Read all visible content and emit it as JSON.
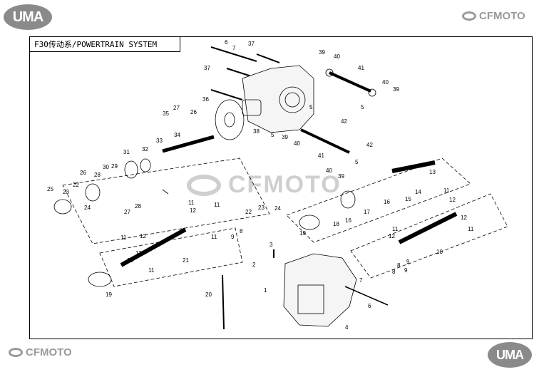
{
  "brand": {
    "uma_top": "UMA",
    "uma_bottom": "UMA",
    "cfmoto_top": "CFMOTO",
    "cfmoto_bottom": "CFMOTO",
    "watermark": "CFMOTO"
  },
  "title": "F30传动系/POWERTRAIN SYSTEM",
  "callouts": [
    {
      "id": "c1",
      "label": "6"
    },
    {
      "id": "c2",
      "label": "7"
    },
    {
      "id": "c3",
      "label": "37"
    },
    {
      "id": "c4",
      "label": "37"
    },
    {
      "id": "c5",
      "label": "39"
    },
    {
      "id": "c6",
      "label": "40"
    },
    {
      "id": "c7",
      "label": "41"
    },
    {
      "id": "c8",
      "label": "40"
    },
    {
      "id": "c9",
      "label": "39"
    },
    {
      "id": "c10",
      "label": "5"
    },
    {
      "id": "c11",
      "label": "5"
    },
    {
      "id": "c12",
      "label": "42"
    },
    {
      "id": "c13",
      "label": "27"
    },
    {
      "id": "c14",
      "label": "35"
    },
    {
      "id": "c15",
      "label": "26"
    },
    {
      "id": "c16",
      "label": "36"
    },
    {
      "id": "c17",
      "label": "34"
    },
    {
      "id": "c18",
      "label": "38"
    },
    {
      "id": "c19",
      "label": "5"
    },
    {
      "id": "c20",
      "label": "39"
    },
    {
      "id": "c21",
      "label": "40"
    },
    {
      "id": "c22",
      "label": "33"
    },
    {
      "id": "c23",
      "label": "31"
    },
    {
      "id": "c24",
      "label": "32"
    },
    {
      "id": "c25",
      "label": "42"
    },
    {
      "id": "c26",
      "label": "5"
    },
    {
      "id": "c27",
      "label": "41"
    },
    {
      "id": "c28",
      "label": "40"
    },
    {
      "id": "c29",
      "label": "39"
    },
    {
      "id": "c30",
      "label": "13"
    },
    {
      "id": "c31",
      "label": "26"
    },
    {
      "id": "c32",
      "label": "30"
    },
    {
      "id": "c33",
      "label": "29"
    },
    {
      "id": "c34",
      "label": "28"
    },
    {
      "id": "c35",
      "label": "22"
    },
    {
      "id": "c36",
      "label": "23"
    },
    {
      "id": "c37",
      "label": "25"
    },
    {
      "id": "c38",
      "label": "24"
    },
    {
      "id": "c39",
      "label": "27"
    },
    {
      "id": "c40",
      "label": "28"
    },
    {
      "id": "c41",
      "label": "22"
    },
    {
      "id": "c42",
      "label": "23"
    },
    {
      "id": "c43",
      "label": "24"
    },
    {
      "id": "c44",
      "label": "14"
    },
    {
      "id": "c45",
      "label": "15"
    },
    {
      "id": "c46",
      "label": "16"
    },
    {
      "id": "c47",
      "label": "17"
    },
    {
      "id": "c48",
      "label": "11"
    },
    {
      "id": "c49",
      "label": "12"
    },
    {
      "id": "c50",
      "label": "11"
    },
    {
      "id": "c51",
      "label": "11"
    },
    {
      "id": "c52",
      "label": "9"
    },
    {
      "id": "c53",
      "label": "8"
    },
    {
      "id": "c54",
      "label": "18"
    },
    {
      "id": "c55",
      "label": "16"
    },
    {
      "id": "c56",
      "label": "19"
    },
    {
      "id": "c57",
      "label": "11"
    },
    {
      "id": "c58",
      "label": "12"
    },
    {
      "id": "c59",
      "label": "12"
    },
    {
      "id": "c60",
      "label": "11"
    },
    {
      "id": "c61",
      "label": "11"
    },
    {
      "id": "c62",
      "label": "12"
    },
    {
      "id": "c63",
      "label": "12"
    },
    {
      "id": "c64",
      "label": "11"
    },
    {
      "id": "c65",
      "label": "10"
    },
    {
      "id": "c66",
      "label": "11"
    },
    {
      "id": "c67",
      "label": "12"
    },
    {
      "id": "c68",
      "label": "21"
    },
    {
      "id": "c69",
      "label": "11"
    },
    {
      "id": "c70",
      "label": "3"
    },
    {
      "id": "c71",
      "label": "2"
    },
    {
      "id": "c72",
      "label": "8"
    },
    {
      "id": "c73",
      "label": "9"
    },
    {
      "id": "c74",
      "label": "19"
    },
    {
      "id": "c75",
      "label": "20"
    },
    {
      "id": "c76",
      "label": "7"
    },
    {
      "id": "c77",
      "label": "1"
    },
    {
      "id": "c78",
      "label": "6"
    },
    {
      "id": "c79",
      "label": "4"
    },
    {
      "id": "c80",
      "label": "9"
    },
    {
      "id": "c81",
      "label": "8"
    }
  ]
}
